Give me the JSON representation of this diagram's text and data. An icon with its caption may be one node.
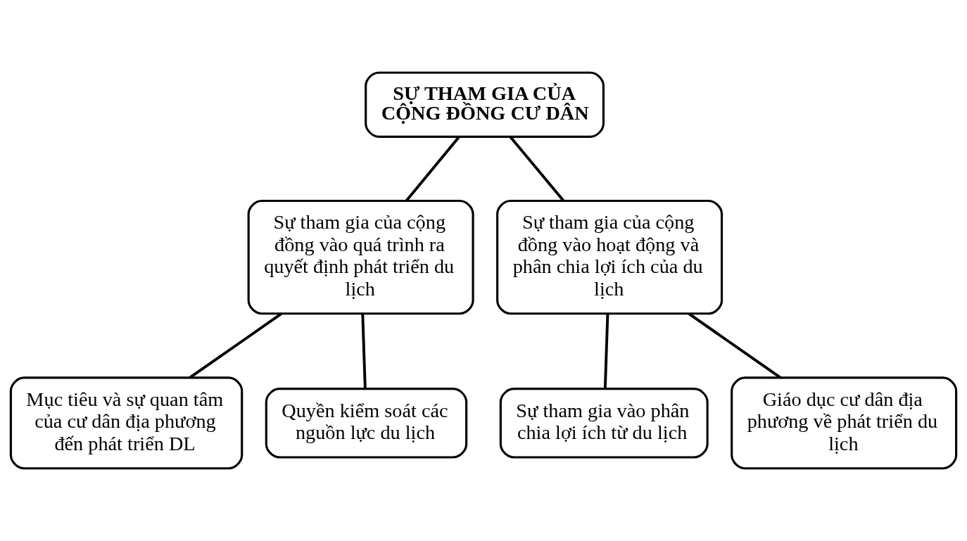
{
  "diagram": {
    "nodes": [
      {
        "text": [
          "SỰ THAM GIA CỦA CỘNG ĐỒNG CƯ DÂN"
        ]
      },
      {
        "text": [
          "Sự tham gia của cộng đồng vào quá trình ra quyết định phát triển du lịch"
        ]
      },
      {
        "text": [
          "Sự tham gia của cộng đồng vào hoạt động và phân chia lợi ích của du lịch"
        ]
      },
      {
        "text": [
          "Mục tiêu và sự quan tâm của cư dân địa phương đến phát triển DL"
        ]
      },
      {
        "text": [
          "Quyền kiểm soát các nguồn lực du lịch"
        ]
      },
      {
        "text": [
          "Sự tham gia vào phân chia lợi ích từ du lịch"
        ]
      },
      {
        "text": [
          "Giáo dục cư dân địa phương về phát triển du lịch"
        ]
      }
    ],
    "edges": [
      {
        "from": 0,
        "to": 1,
        "arrow": "none"
      },
      {
        "from": 0,
        "to": 2,
        "arrow": "none"
      },
      {
        "from": 1,
        "to": 3,
        "arrow": "none"
      },
      {
        "from": 1,
        "to": 4,
        "arrow": "none"
      },
      {
        "from": 2,
        "to": 5,
        "arrow": "none"
      },
      {
        "from": 2,
        "to": 6,
        "arrow": "none"
      }
    ]
  }
}
